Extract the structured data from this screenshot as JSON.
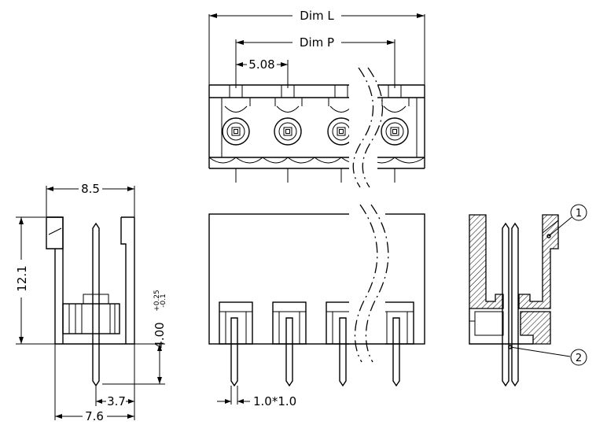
{
  "dimensions": {
    "dim_l": "Dim  L",
    "dim_p": "Dim  P",
    "pitch": "5.08",
    "width_top": "8.5",
    "height": "12.1",
    "pin_length": "4.00",
    "tol_plus": "+0.25",
    "tol_minus": "-0.1",
    "pin_offset": "3.7",
    "base_width": "7.6",
    "pin_section": "1.0*1.0"
  },
  "callouts": {
    "part_1": "1",
    "part_2": "2"
  }
}
